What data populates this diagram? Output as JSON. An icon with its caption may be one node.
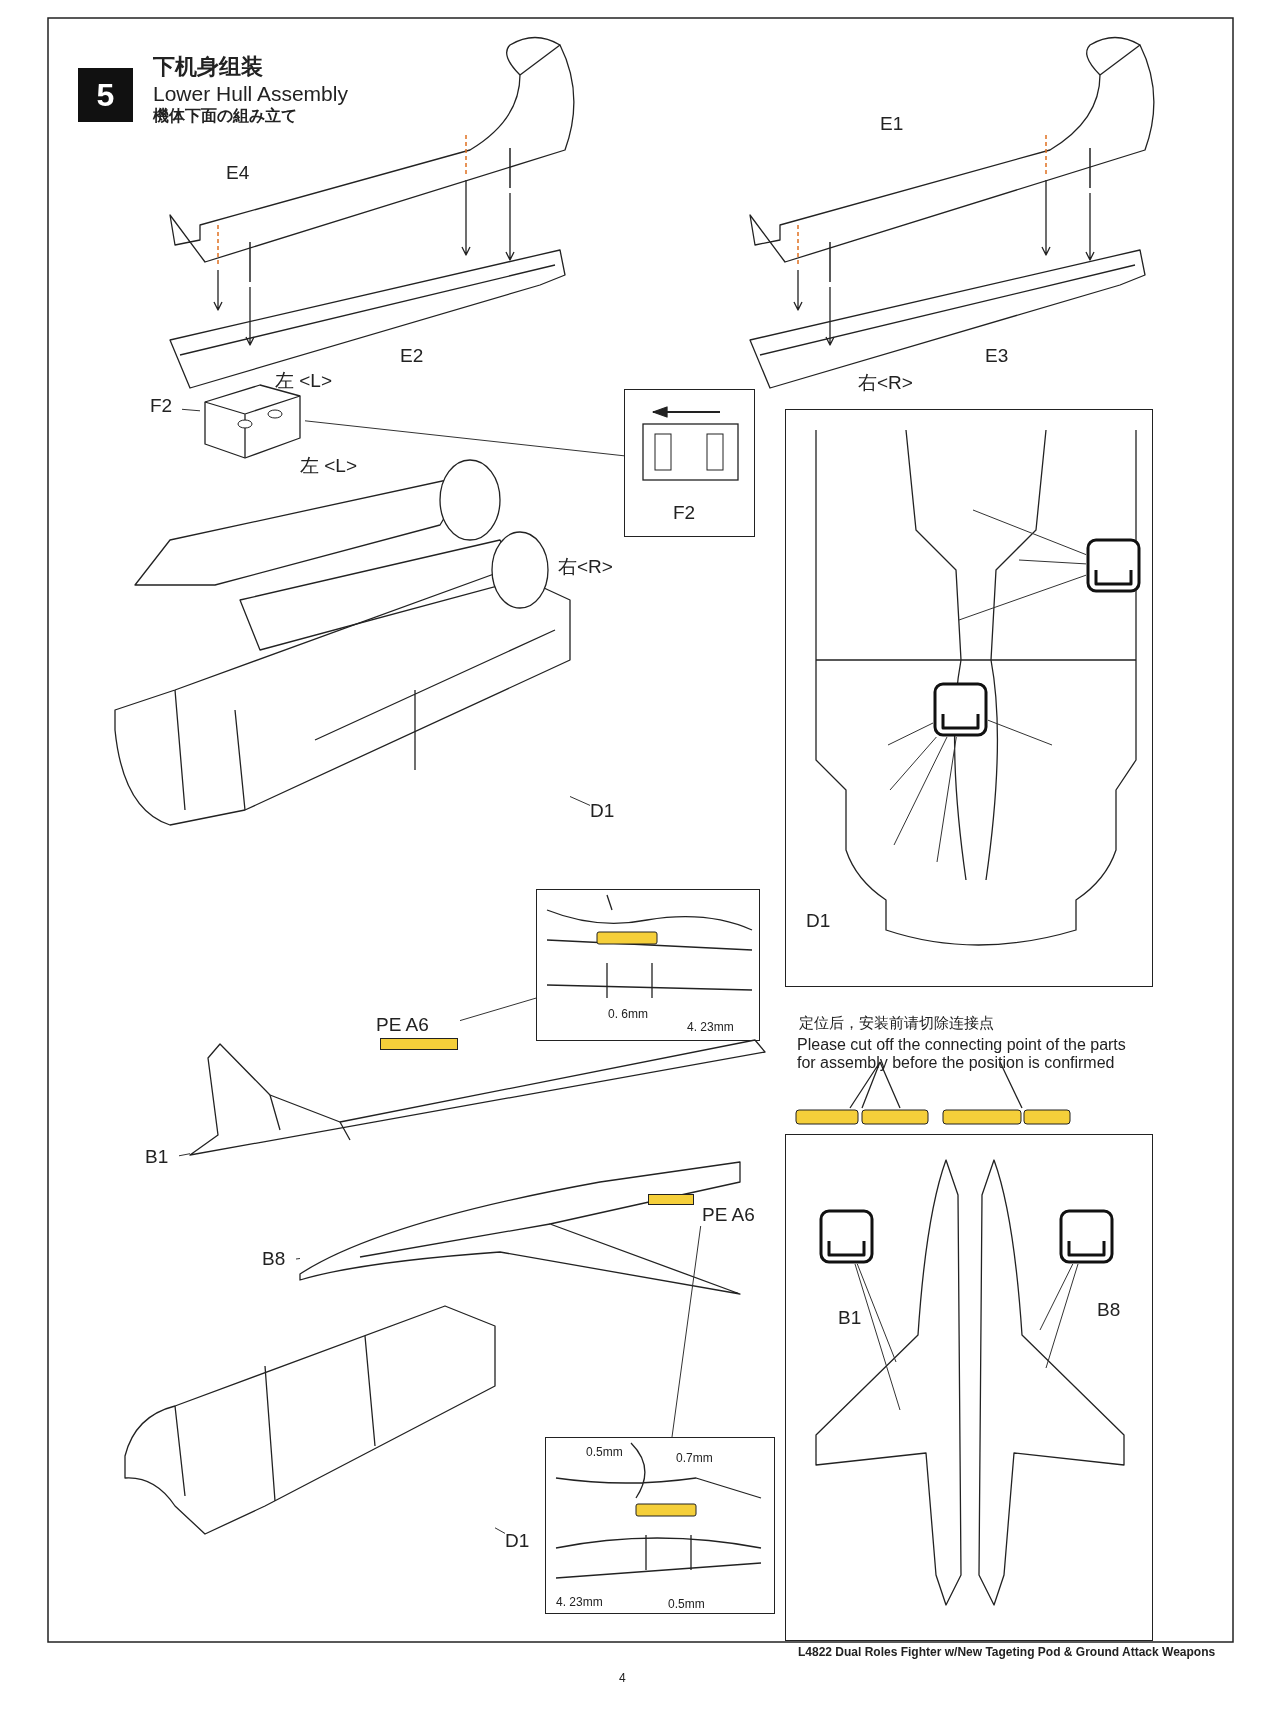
{
  "diagram": {
    "nodes": [
      {
        "text": [
          "5"
        ]
      },
      {
        "text": [
          "F2"
        ]
      },
      {
        "text": [],
        "shape": "picture"
      },
      {
        "text": [
          "F2"
        ]
      },
      {
        "text": [
          "D1"
        ]
      },
      {
        "text": [],
        "shape": "picture",
        "in": 4
      },
      {
        "text": [],
        "shape": "picture",
        "in": 4
      },
      {
        "text": [
          "D1"
        ]
      },
      {
        "text": [],
        "shape": "picture"
      },
      {
        "text": [
          "0. 6mm",
          "4. 23mm"
        ]
      },
      {
        "text": [],
        "shape": "bar",
        "beside": [
          "PE A6"
        ]
      },
      {
        "text": [
          "B1"
        ]
      },
      {
        "text": [],
        "shape": "picture"
      },
      {
        "text": [
          "B8"
        ]
      },
      {
        "text": [],
        "shape": "picture"
      },
      {
        "text": [],
        "shape": "bar",
        "beside": [
          "PE A6"
        ]
      },
      {
        "text": [
          "B1",
          "B8"
        ]
      },
      {
        "text": [],
        "shape": "picture",
        "in": 16
      },
      {
        "text": [],
        "shape": "picture",
        "in": 16
      },
      {
        "text": [
          "D1"
        ]
      },
      {
        "text": [],
        "shape": "picture"
      },
      {
        "text": [
          "0.5mm",
          "0.7mm",
          "4. 23mm",
          "0.5mm"
        ]
      }
    ],
    "edges": [
      {
        "from": 1,
        "to": 2,
        "arrow": "none"
      },
      {
        "from": 2,
        "to": 3,
        "arrow": "none"
      },
      {
        "from": 5,
        "to": null,
        "arrow": "none"
      },
      {
        "from": 5,
        "to": null,
        "arrow": "none"
      },
      {
        "from": 5,
        "to": null,
        "arrow": "none"
      },
      {
        "from": 6,
        "to": null,
        "arrow": "none"
      },
      {
        "from": 6,
        "to": null,
        "arrow": "none"
      },
      {
        "from": 6,
        "to": null,
        "arrow": "none"
      },
      {
        "from": 6,
        "to": null,
        "arrow": "none"
      },
      {
        "from": 6,
        "to": null,
        "arrow": "none"
      },
      {
        "from": 7,
        "to": 8,
        "arrow": "none"
      },
      {
        "from": 10,
        "to": 9,
        "arrow": "none"
      },
      {
        "from": 11,
        "to": 12,
        "arrow": "none"
      },
      {
        "from": 13,
        "to": 14,
        "arrow": "none"
      },
      {
        "from": 15,
        "to": 21,
        "arrow": "none"
      },
      {
        "from": 17,
        "to": null,
        "arrow": "none"
      },
      {
        "from": 17,
        "to": null,
        "arrow": "none"
      },
      {
        "from": 18,
        "to": null,
        "arrow": "none"
      },
      {
        "from": 18,
        "to": null,
        "arrow": "none"
      },
      {
        "from": 19,
        "to": 20,
        "arrow": "none"
      }
    ],
    "labels": [
      "下机身组装",
      "Lower Hull Assembly",
      "機体下面の組み立て",
      "E4",
      "E2",
      "左 <L>",
      "E1",
      "E3",
      "右<R>",
      "左 <L>",
      "右<R>",
      "定位后，安装前请切除连接点",
      "Please cut off the connecting point of the parts for assembly before the position is confirmed",
      "L4822 Dual Roles Fighter w/New Tageting Pod & Ground Attack Weapons",
      "4"
    ]
  }
}
